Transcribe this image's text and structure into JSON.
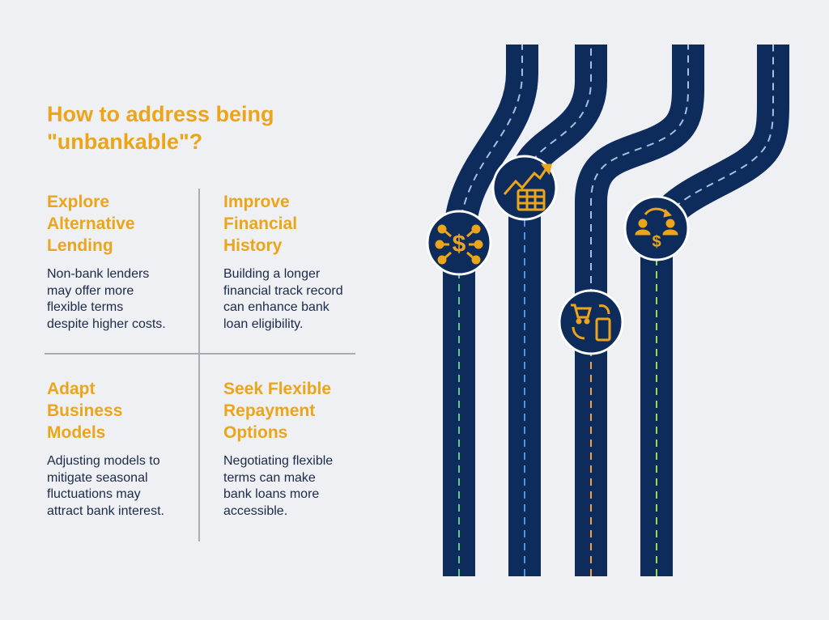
{
  "title": "How to address being\n\"unbankable\"?",
  "sections": [
    {
      "heading": "Explore\nAlternative\nLending",
      "body": "Non-bank lenders\nmay offer more\nflexible terms\ndespite higher costs."
    },
    {
      "heading": "Improve\nFinancial\nHistory",
      "body": "Building a longer\nfinancial track record\ncan enhance bank\nloan eligibility."
    },
    {
      "heading": "Adapt\nBusiness\nModels",
      "body": "Adjusting models to\nmitigate seasonal\nfluctuations may\nattract bank interest."
    },
    {
      "heading": "Seek Flexible\nRepayment\nOptions",
      "body": "Negotiating flexible\nterms can make\nbank loans more\naccessible."
    }
  ],
  "roads": [
    {
      "icon": "dollar-network-icon",
      "lane_color": "#5fd07a"
    },
    {
      "icon": "growth-chart-calendar-icon",
      "lane_color": "#5a8ee8"
    },
    {
      "icon": "cart-phone-exchange-icon",
      "lane_color": "#f0a43a"
    },
    {
      "icon": "people-payment-exchange-icon",
      "lane_color": "#8fdc5a"
    }
  ],
  "colors": {
    "road": "#0d2b5b",
    "accent": "#eba51b",
    "text": "#1b2a48",
    "background": "#eef0f3"
  }
}
